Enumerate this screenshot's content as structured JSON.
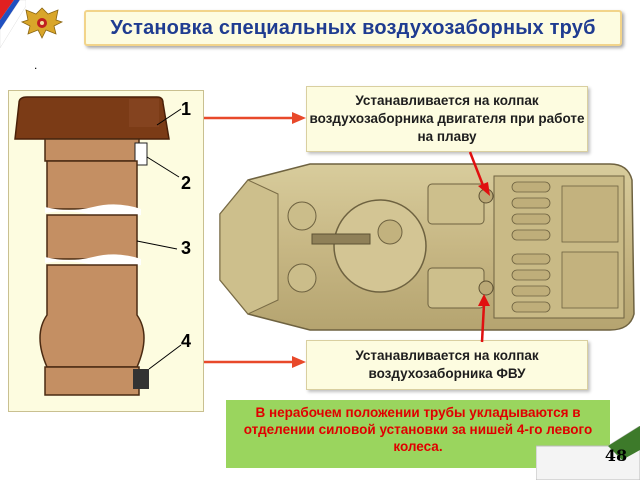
{
  "title": "Установка специальных воздухозаборных труб",
  "dot": ".",
  "pipe_labels": [
    "1",
    "2",
    "3",
    "4"
  ],
  "callout_top": "Устанавливается на колпак воздухозаборника двигателя при работе на плаву",
  "callout_bottom": "Устанавливается на колпак воздухозаборника ФВУ",
  "note": "В нерабочем положении трубы укладываются в отделении силовой установки за нишей 4-го левого колеса.",
  "page_number": "48",
  "colors": {
    "title_text": "#1f3c91",
    "panel_bg": "#fdfce0",
    "arrow": "#e8492a",
    "note_bg": "#9ad55e",
    "note_text": "#e00000",
    "pipe_brown": "#c48f63",
    "cap_brown": "#7b3b16"
  }
}
